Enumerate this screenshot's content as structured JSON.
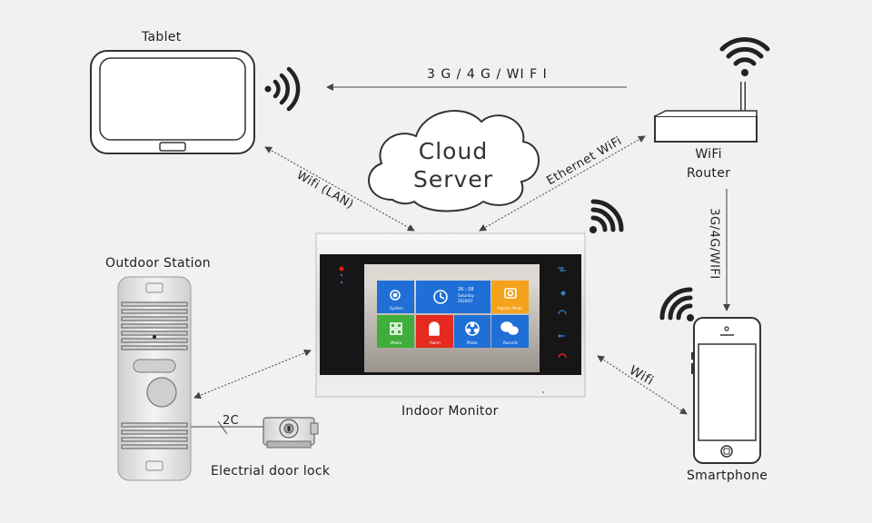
{
  "labels": {
    "tablet": "Tablet",
    "wifi_router": "WiFi\nRouter",
    "cloud_line1": "Cloud",
    "cloud_line2": "Server",
    "link_3g": "3 G / 4 G / WI F I",
    "link_wifi_lan": "Wifi (LAN)",
    "link_ethernet": "Ethernet WiFi",
    "link_router_phone": "3G/4G/WIFI",
    "link_wifi": "Wifi",
    "outdoor_station": "Outdoor Station",
    "indoor_monitor": "Indoor Monitor",
    "smartphone": "Smartphone",
    "door_lock": "Electrial door lock",
    "wire_2c": "2C"
  },
  "monitor_screen": {
    "time": "26 : 08",
    "day": "Saturday",
    "date": "2020/07",
    "tiles": [
      "System",
      "",
      "Vigilant Photo",
      "Media",
      "Alarm",
      "Photo",
      "Records"
    ]
  },
  "colors": {
    "tile_blue": "#1f6fd6",
    "tile_orange": "#f4a21b",
    "tile_green": "#3fae3a",
    "tile_red": "#e52a1f",
    "arrow": "#444444"
  }
}
